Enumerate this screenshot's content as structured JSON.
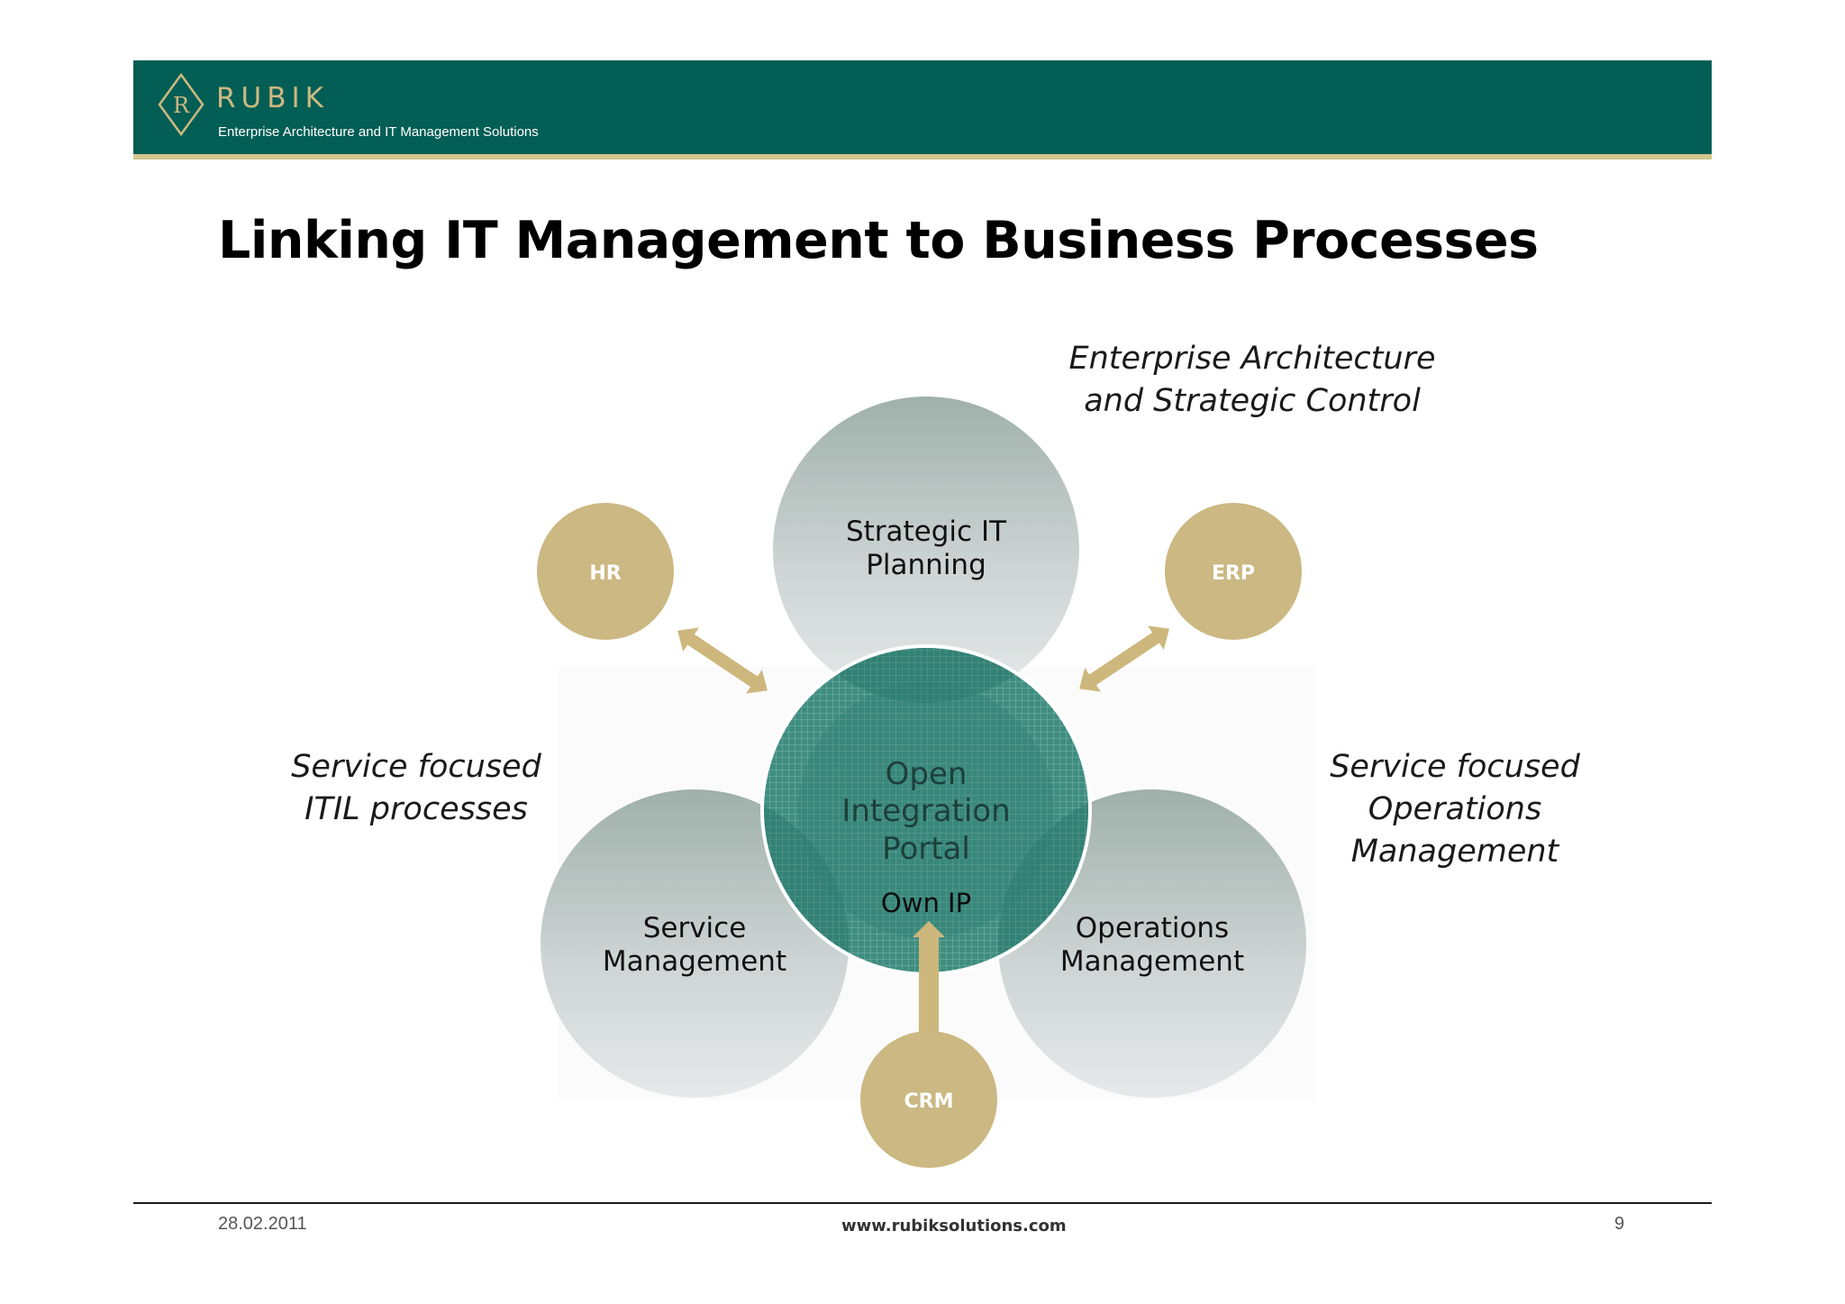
{
  "header": {
    "brand": "RUBIK",
    "logo_letter": "R",
    "tagline": "Enterprise Architecture and IT Management Solutions",
    "background_color": "#035e55",
    "accent_color": "#d2c58e"
  },
  "slide": {
    "title": "Linking IT Management to Business Processes"
  },
  "diagram": {
    "center": {
      "lines": [
        "Open",
        "Integration",
        "Portal"
      ],
      "sub": "Own IP"
    },
    "petals": {
      "strategic": {
        "lines": [
          "Strategic IT",
          "Planning"
        ]
      },
      "service": {
        "lines": [
          "Service",
          "Management"
        ]
      },
      "operations": {
        "lines": [
          "Operations",
          "Management"
        ]
      }
    },
    "satellites": {
      "hr": "HR",
      "erp": "ERP",
      "crm": "CRM"
    },
    "annotations": {
      "top_right": [
        "Enterprise Architecture",
        "and Strategic Control"
      ],
      "left": [
        "Service focused",
        "ITIL processes"
      ],
      "right": [
        "Service focused",
        "Operations",
        "Management"
      ]
    },
    "colors": {
      "satellite": "#cbb882",
      "arrow": "#cdb77c",
      "hub": "#3d8a7c"
    }
  },
  "footer": {
    "date": "28.02.2011",
    "url": "www.rubiksolutions.com",
    "page": "9"
  }
}
